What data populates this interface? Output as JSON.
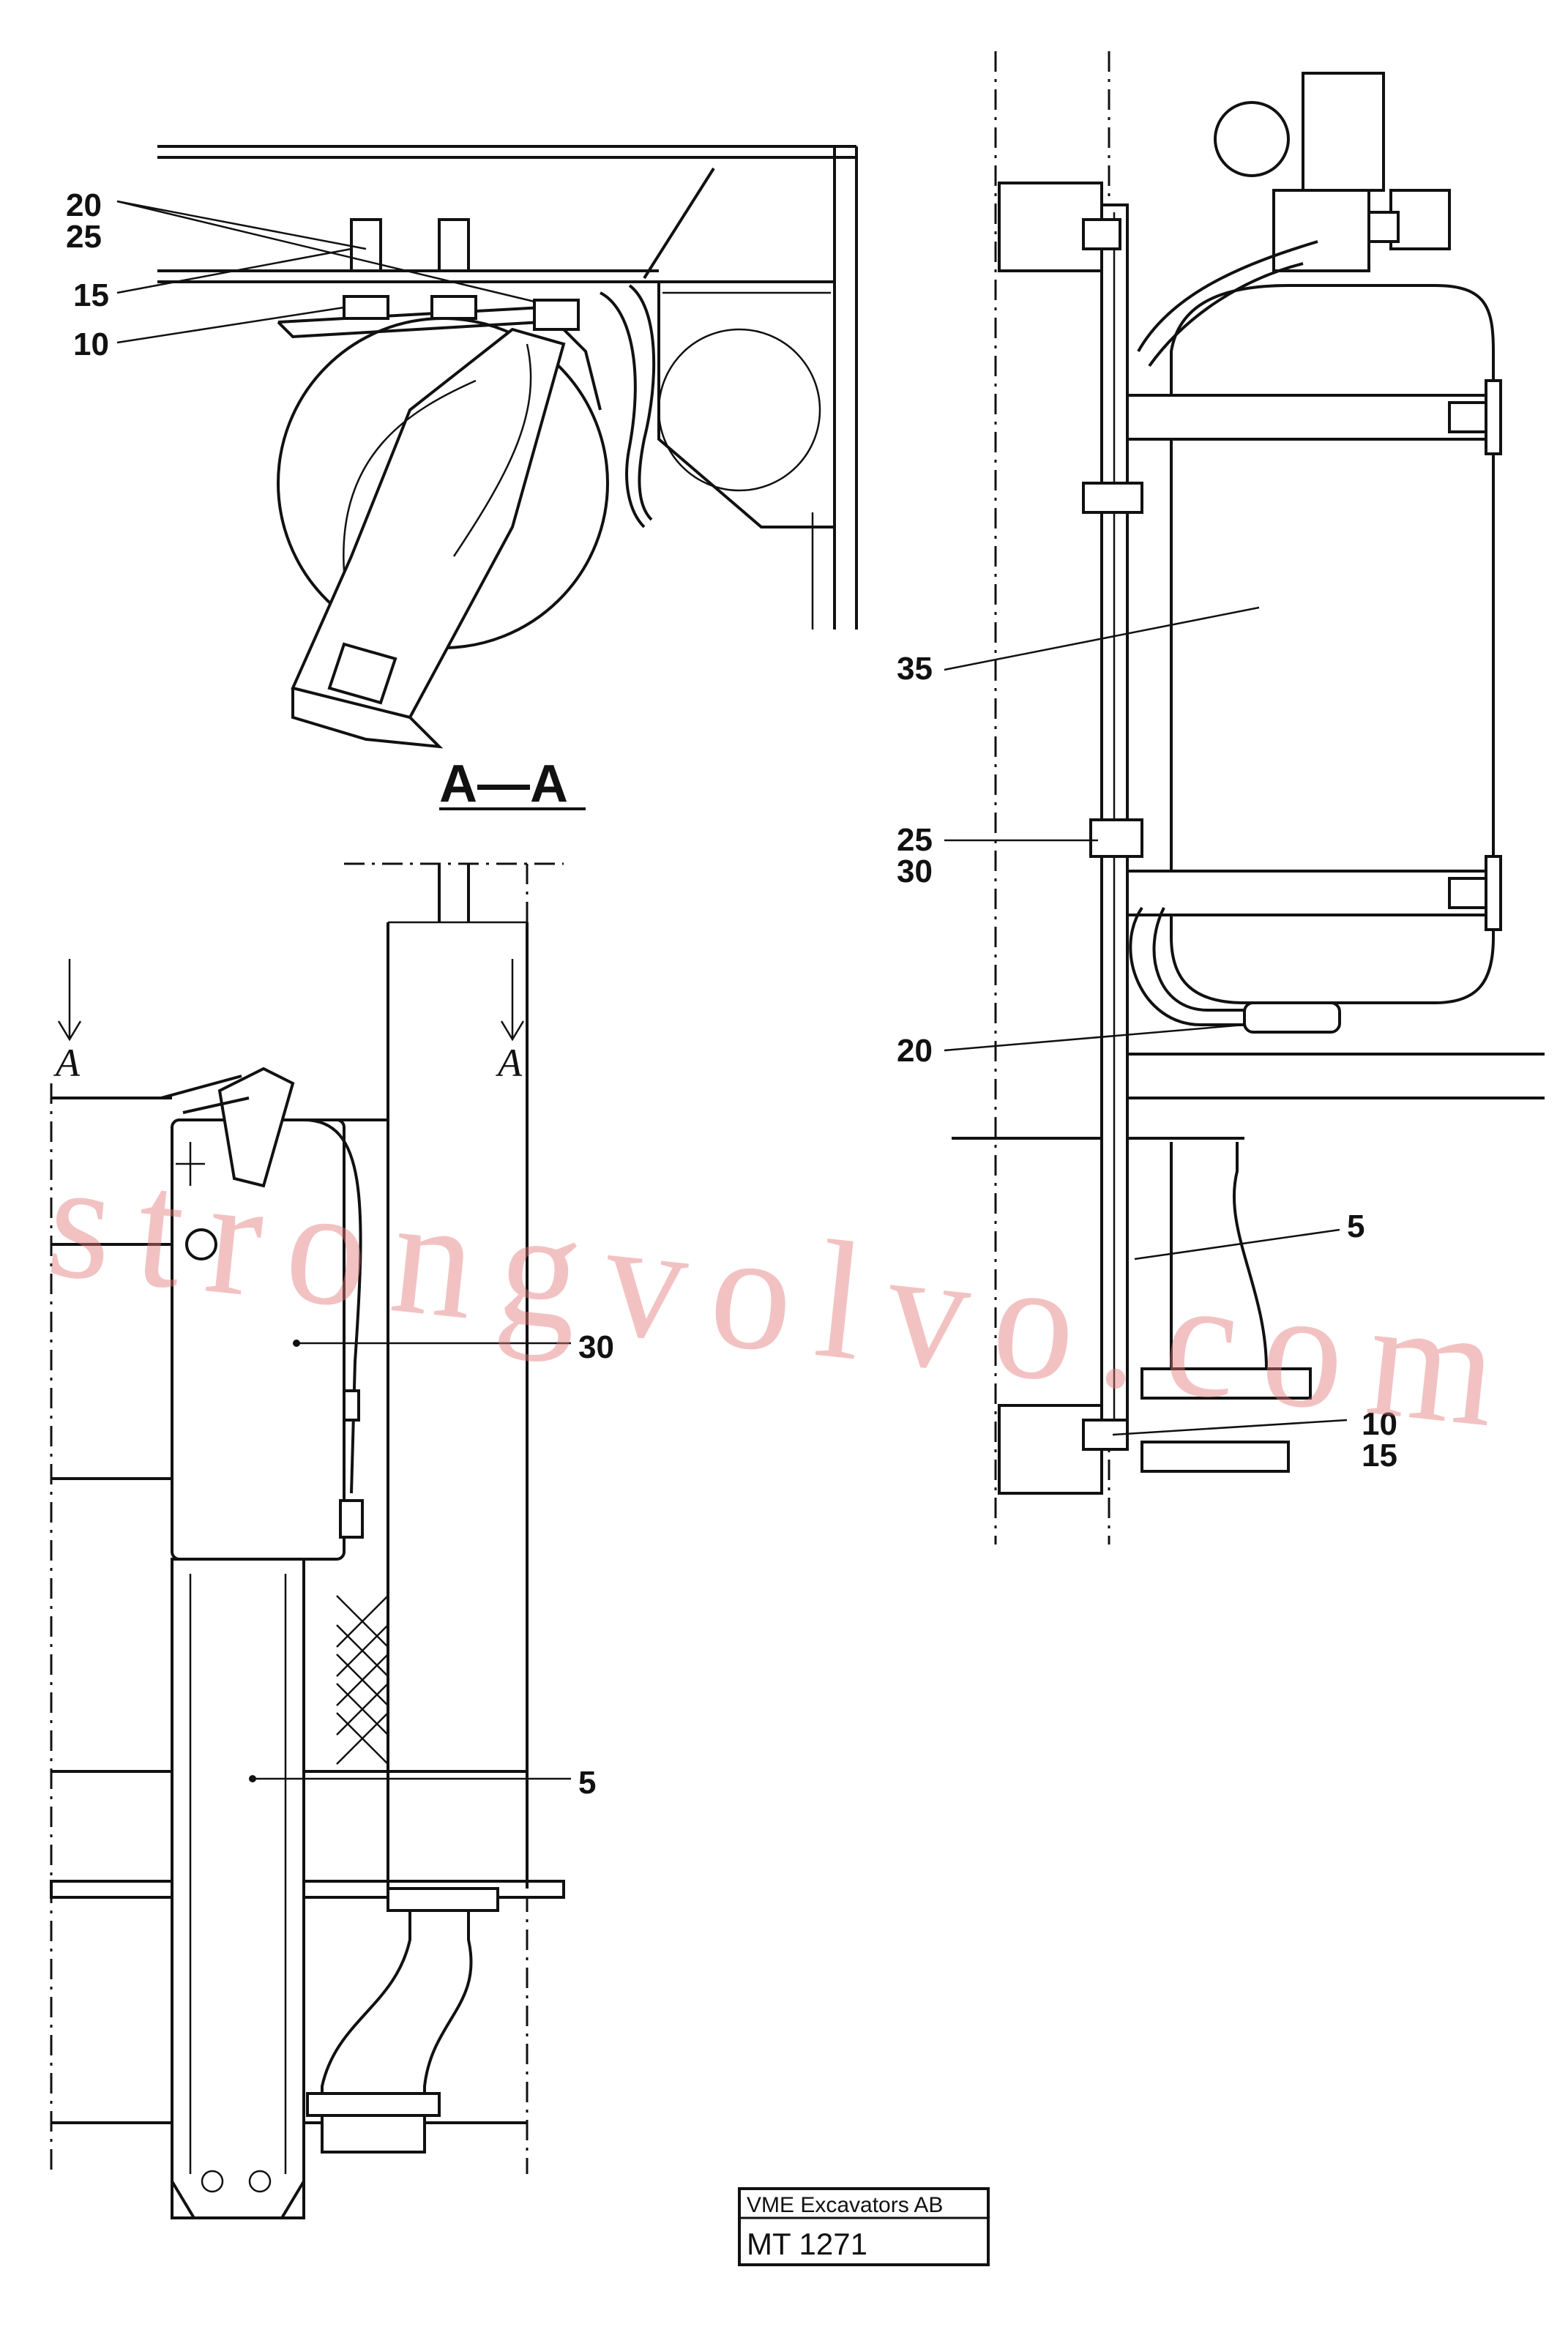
{
  "section_view": {
    "title": "A—A"
  },
  "section_arrows": {
    "left": "A",
    "right": "A"
  },
  "callouts": {
    "aa_20": "20",
    "aa_25": "25",
    "aa_15": "15",
    "aa_10": "10",
    "front_30": "30",
    "front_5": "5",
    "side_35": "35",
    "side_25": "25",
    "side_30": "30",
    "side_20": "20",
    "side_5": "5",
    "side_10": "10",
    "side_15": "15"
  },
  "title_block": {
    "company": "VME Excavators AB",
    "drawing_number": "MT 1271"
  },
  "watermark": {
    "text": "strongvolvo.com"
  }
}
